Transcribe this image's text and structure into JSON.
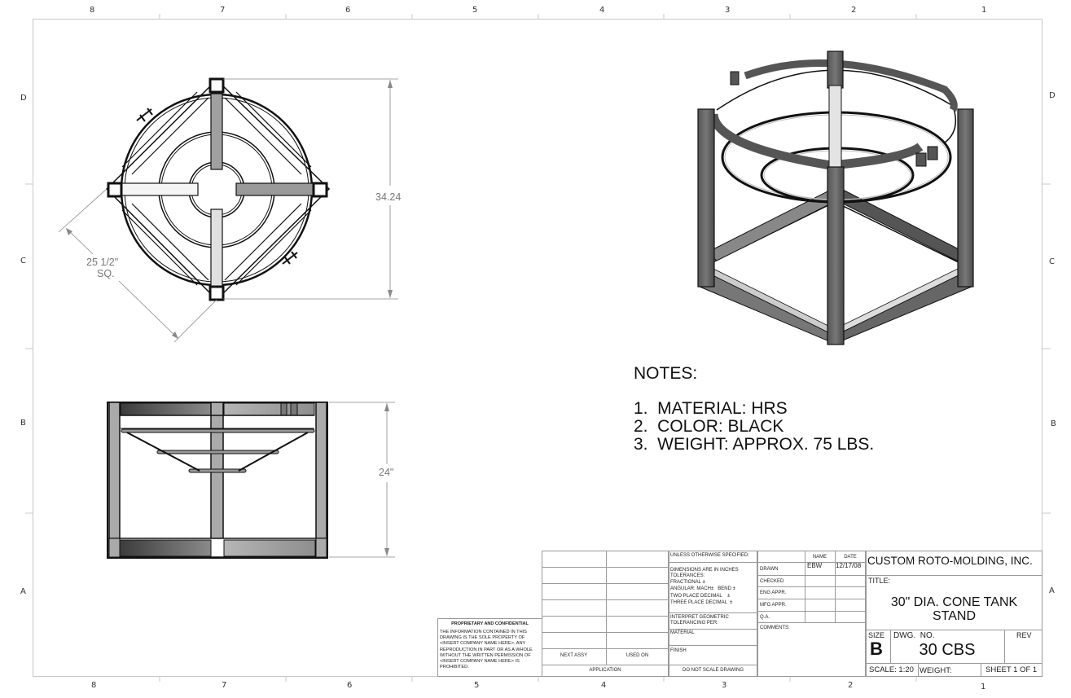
{
  "sheet_border": {
    "columns_top": [
      "8",
      "7",
      "6",
      "5",
      "4",
      "3",
      "2",
      "1"
    ],
    "columns_bottom": [
      "8",
      "7",
      "6",
      "5",
      "4",
      "3",
      "2",
      "1"
    ],
    "rows_left": [
      "D",
      "C",
      "B",
      "A"
    ],
    "rows_right": [
      "D",
      "C",
      "B",
      "A"
    ]
  },
  "views": {
    "top_view": {
      "dimension_height": "34.24",
      "dimension_square_line1": "25 1/2\"",
      "dimension_square_line2": "SQ."
    },
    "front_view": {
      "dimension_height": "24\""
    },
    "isometric_view": {}
  },
  "notes": {
    "heading": "NOTES:",
    "items": [
      "1.  MATERIAL: HRS",
      "2.  COLOR: BLACK",
      "3.  WEIGHT: APPROX. 75 LBS."
    ]
  },
  "proprietary": {
    "heading": "PROPRIETARY AND CONFIDENTIAL",
    "body": "THE INFORMATION CONTAINED IN THIS DRAWING IS THE SOLE PROPERTY OF <INSERT COMPANY NAME HERE>.  ANY REPRODUCTION IN PART OR AS A WHOLE WITHOUT THE WRITTEN PERMISSION OF <INSERT COMPANY NAME HERE> IS PROHIBITED."
  },
  "application_block": {
    "next_assy": "NEXT ASSY",
    "used_on": "USED ON",
    "application": "APPLICATION"
  },
  "tolerance_block": {
    "unless": "UNLESS OTHERWISE SPECIFIED:",
    "dims_line1": "DIMENSIONS ARE IN INCHES",
    "dims_line2": "TOLERANCES:",
    "dims_line3": "FRACTIONAL ±",
    "dims_line4": "ANGULAR: MACH±   BEND ±",
    "dims_line5": "TWO PLACE DECIMAL    ±",
    "dims_line6": "THREE PLACE DECIMAL  ±",
    "interpret_line1": "INTERPRET GEOMETRIC",
    "interpret_line2": "TOLERANCING PER:",
    "material": "MATERIAL",
    "finish": "FINISH",
    "do_not_scale": "DO NOT SCALE DRAWING"
  },
  "approvals": {
    "name_header": "NAME",
    "date_header": "DATE",
    "rows": [
      {
        "label": "DRAWN",
        "name": "EBW",
        "date": "12/17/08"
      },
      {
        "label": "CHECKED",
        "name": "",
        "date": ""
      },
      {
        "label": "ENG APPR.",
        "name": "",
        "date": ""
      },
      {
        "label": "MFG APPR.",
        "name": "",
        "date": ""
      },
      {
        "label": "Q.A.",
        "name": "",
        "date": ""
      }
    ],
    "comments_label": "COMMENTS:"
  },
  "title_block": {
    "company": "CUSTOM ROTO-MOLDING, INC.",
    "title_label": "TITLE:",
    "title_line1": "30\" DIA. CONE TANK",
    "title_line2": "STAND",
    "size_label": "SIZE",
    "size_value": "B",
    "dwg_no_label": "DWG.  NO.",
    "dwg_no_value": "30 CBS",
    "rev_label": "REV",
    "rev_value": "",
    "scale": "SCALE: 1:20",
    "weight": "WEIGHT:",
    "sheet": "SHEET 1 OF 1"
  }
}
